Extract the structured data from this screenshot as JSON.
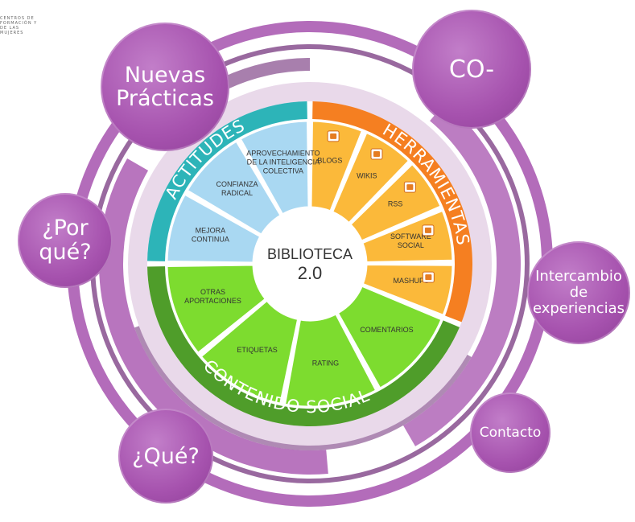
{
  "logo": {
    "text": "CENTROS DE FORMACIÓN Y DE LAS MUJERES"
  },
  "center": {
    "line1": "BIBLIOTECA",
    "line2": "2.0"
  },
  "arcs": {
    "actitudes": "ACTITUDES",
    "herramientas": "HERRAMIENTAS",
    "contenido": "CONTENIDO SOCIAL"
  },
  "segments": {
    "actitudes": [
      {
        "text": "MEJORA\nCONTINUA"
      },
      {
        "text": "CONFIANZA\nRADICAL"
      },
      {
        "text": "APROVECHAMIENTO\nDE LA INTELIGENCIA\nCOLECTIVA"
      }
    ],
    "herramientas": [
      {
        "text": "BLOGS",
        "icon": "blogger-icon"
      },
      {
        "text": "WIKIS",
        "icon": "wiki-icon"
      },
      {
        "text": "RSS",
        "icon": "rss-icon"
      },
      {
        "text": "SOFTWARE\nSOCIAL",
        "icon": "social-software-icon"
      },
      {
        "text": "MASHUPS",
        "icon": "mashups-icon"
      }
    ],
    "contenido": [
      {
        "text": "COMENTARIOS"
      },
      {
        "text": "RATING"
      },
      {
        "text": "ETIQUETAS"
      },
      {
        "text": "OTRAS\nAPORTACIONES"
      }
    ]
  },
  "bubbles": {
    "nuevas": "Nuevas\nPrácticas",
    "co": "CO-",
    "porque": "¿Por\nqué?",
    "intercambio": "Intercambio\nde\nexperiencias",
    "contacto": "Contacto",
    "que": "¿Qué?"
  },
  "colors": {
    "actitudes_arc": "#2db4b8",
    "actitudes_fill": "#a9d8f2",
    "herramientas_arc": "#f57f21",
    "herramientas_fill": "#fbb93a",
    "contenido_arc": "#4f9d2a",
    "contenido_fill": "#7ddc2f",
    "purple": "#a652ae",
    "purple_dark": "#6e2a76"
  }
}
